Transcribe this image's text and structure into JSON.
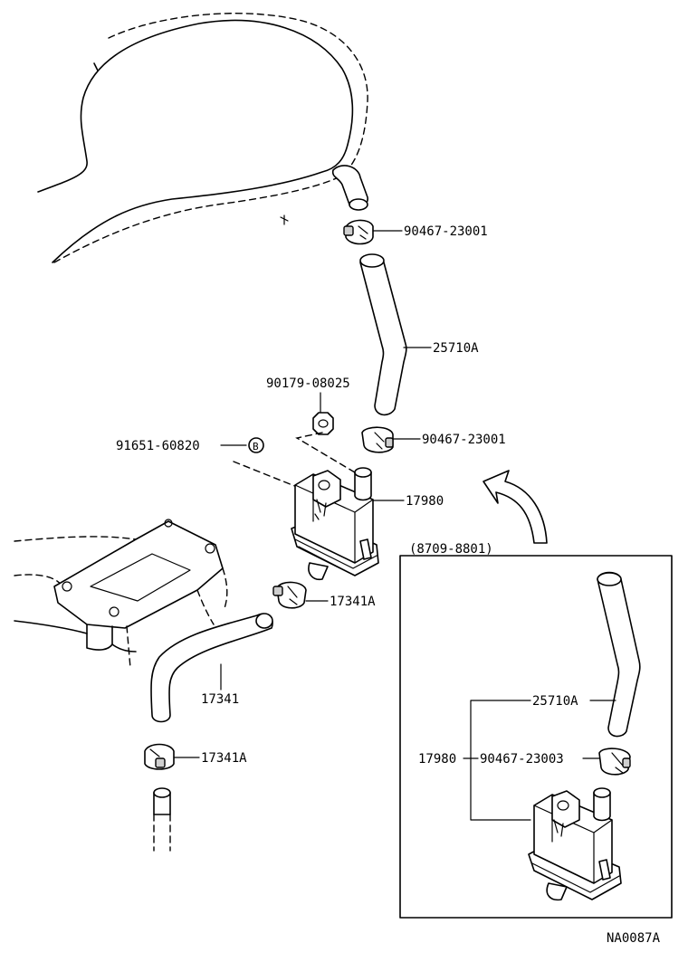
{
  "labels": {
    "clamp_top": "90467-23001",
    "hose_top": "25710A",
    "nut": "90179-08025",
    "clamp_mid": "90467-23001",
    "bolt": "91651-60820",
    "bolt_mark": "B",
    "canister": "17980",
    "clamp_17341a_upper": "17341A",
    "hose_17341": "17341",
    "clamp_17341a_lower": "17341A",
    "inset_date_range": "(8709-8801)",
    "inset_hose": "25710A",
    "inset_canister": "17980",
    "inset_clamp": "90467-23003",
    "drawing_code": "NA0087A"
  }
}
